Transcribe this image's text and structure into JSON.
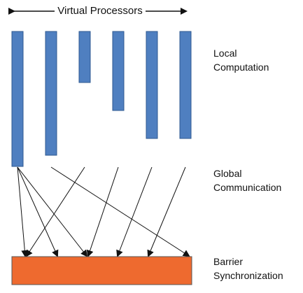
{
  "title": "Virtual Processors",
  "phases": {
    "local": [
      "Local",
      "Computation"
    ],
    "global": [
      "Global",
      "Communication"
    ],
    "barrier": [
      "Barrier",
      "Synchronization"
    ]
  },
  "colors": {
    "processor_fill": "#4f7fc0",
    "processor_stroke": "#2f5a90",
    "barrier_fill": "#ee6a2f",
    "barrier_stroke": "#555555",
    "arrow": "#111111"
  }
}
